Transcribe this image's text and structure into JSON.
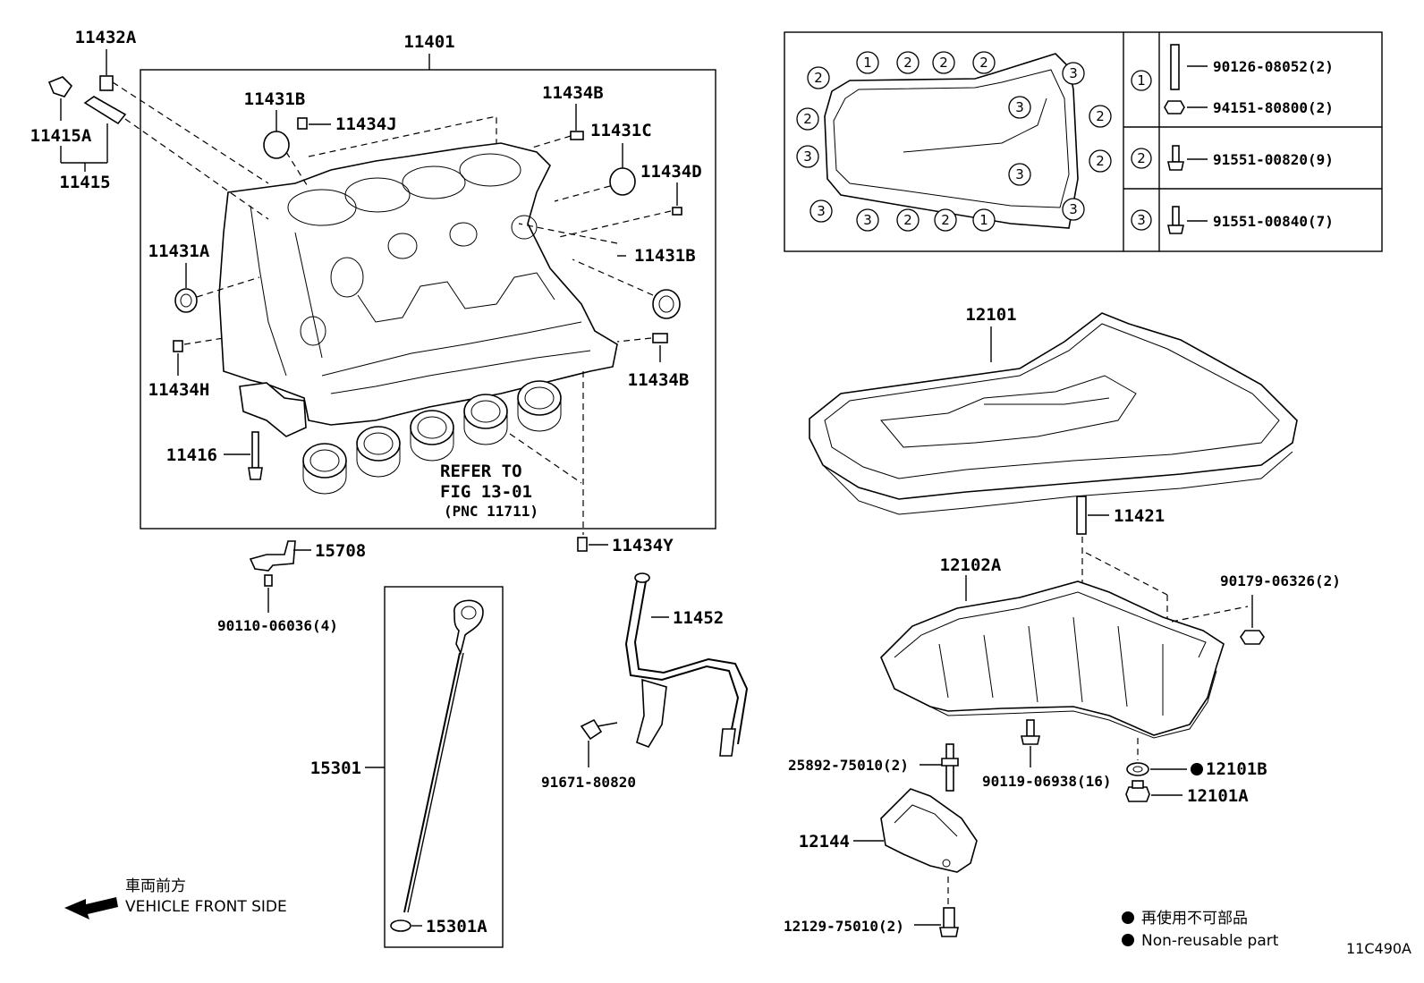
{
  "labels": {
    "p11432A": "11432A",
    "p11401": "11401",
    "p11415A": "11415A",
    "p11415": "11415",
    "p11431B_top": "11431B",
    "p11434J": "11434J",
    "p11434B_top": "11434B",
    "p11431C": "11431C",
    "p11434D": "11434D",
    "p11431A": "11431A",
    "p11431B_right": "11431B",
    "p11434H": "11434H",
    "p11434B_right": "11434B",
    "p11416": "11416",
    "refer_line1": "REFER TO",
    "refer_line2": "FIG 13-01",
    "refer_line3": "(PNC 11711)",
    "p11434Y": "11434Y",
    "p15708": "15708",
    "p90110": "90110-06036(4)",
    "p15301": "15301",
    "p15301A": "15301A",
    "p11452": "11452",
    "p91671": "91671-80820",
    "p12101": "12101",
    "p11421": "11421",
    "p12102A": "12102A",
    "p90179": "90179-06326(2)",
    "p25892": "25892-75010(2)",
    "p90119": "90119-06938(16)",
    "p12101B": "12101B",
    "p12101A": "12101A",
    "p12144": "12144",
    "p12129": "12129-75010(2)",
    "front_jp": "車両前方",
    "front_en": "VEHICLE FRONT SIDE",
    "legend_jp": "再使用不可部品",
    "legend_en": "Non-reusable part",
    "fig_code": "11C490A"
  },
  "bolt_table": {
    "rows": [
      {
        "num": "1",
        "parts": [
          "90126-08052(2)",
          "94151-80800(2)"
        ]
      },
      {
        "num": "2",
        "parts": [
          "91551-00820(9)"
        ]
      },
      {
        "num": "3",
        "parts": [
          "91551-00840(7)"
        ]
      }
    ]
  },
  "pan_map_numbers": [
    "2",
    "1",
    "2",
    "2",
    "2",
    "3",
    "2",
    "3",
    "3",
    "2",
    "2",
    "3",
    "3",
    "3",
    "3",
    "2",
    "2",
    "1",
    "3"
  ]
}
